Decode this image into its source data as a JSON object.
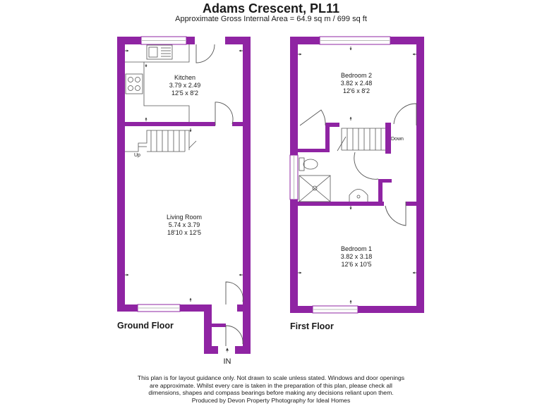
{
  "header": {
    "title": "Adams Crescent, PL11",
    "area": "Approximate Gross Internal Area = 64.9 sq m / 699 sq ft"
  },
  "colors": {
    "wall": "#8f24a3",
    "fixture_line": "#555555",
    "window": "#ffffff"
  },
  "ground_floor": {
    "label": "Ground Floor",
    "kitchen": {
      "name": "Kitchen",
      "metric": "3.79 x 2.49",
      "imperial": "12'5 x 8'2"
    },
    "living_room": {
      "name": "Living Room",
      "metric": "5.74 x 3.79",
      "imperial": "18'10 x 12'5"
    },
    "stairs_label": "Up",
    "entrance_label": "IN"
  },
  "first_floor": {
    "label": "First Floor",
    "bedroom2": {
      "name": "Bedroom 2",
      "metric": "3.82 x 2.48",
      "imperial": "12'6 x 8'2"
    },
    "bedroom1": {
      "name": "Bedroom 1",
      "metric": "3.82 x 3.18",
      "imperial": "12'6 x 10'5"
    },
    "stairs_label": "Down"
  },
  "footer": {
    "line1": "This plan is for layout guidance only. Not drawn to scale unless stated. Windows and door openings",
    "line2": "are approximate. Whilst every care is taken in the preparation of this plan, please check all",
    "line3": "dimensions, shapes and compass bearings before making any decisions reliant upon them.",
    "line4": "Produced by Devon Property Photography for Ideal Homes"
  }
}
